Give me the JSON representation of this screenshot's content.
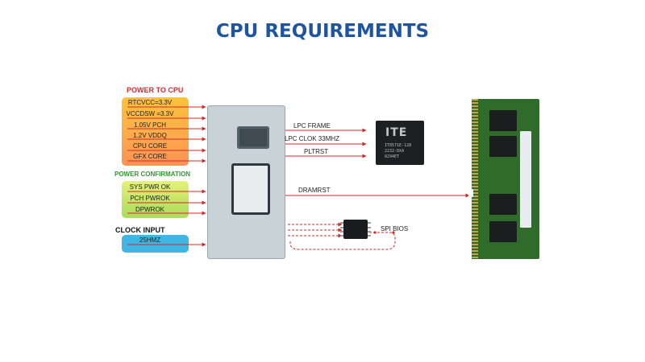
{
  "title": "CPU REQUIREMENTS",
  "sections": {
    "power_to_cpu": {
      "label": "POWER TO CPU",
      "items": [
        "RTCVCC=3.3V",
        "VCCDSW =3.3V",
        "1.05V PCH",
        "1.2V VDDQ",
        "CPU CORE",
        "GFX CORE"
      ]
    },
    "power_confirmation": {
      "label": "POWER CONFIRMATION",
      "items": [
        "SYS PWR OK",
        "PCH PWROK",
        "DPWROK"
      ]
    },
    "clock_input": {
      "label": "CLOCK INPUT",
      "items": [
        "25HMZ"
      ]
    }
  },
  "signals": {
    "lpc_frame": "LPC FRAME",
    "lpc_clok": "LPC CLOK 33MHZ",
    "pltrst": "PLTRST",
    "dramrst": "DRAMRST",
    "spi_bios": "SPI BIOS"
  },
  "ite_chip": {
    "logo": "ITE",
    "line1": "IT8571E-128",
    "line2": "2232-DXA",
    "line3": "8294ET"
  },
  "colors": {
    "title": "#1d55a3",
    "power_label": "#e3262b",
    "confirm_label": "#2e9a2e",
    "clock_label": "#111111",
    "arrow": "#d12a2a"
  }
}
